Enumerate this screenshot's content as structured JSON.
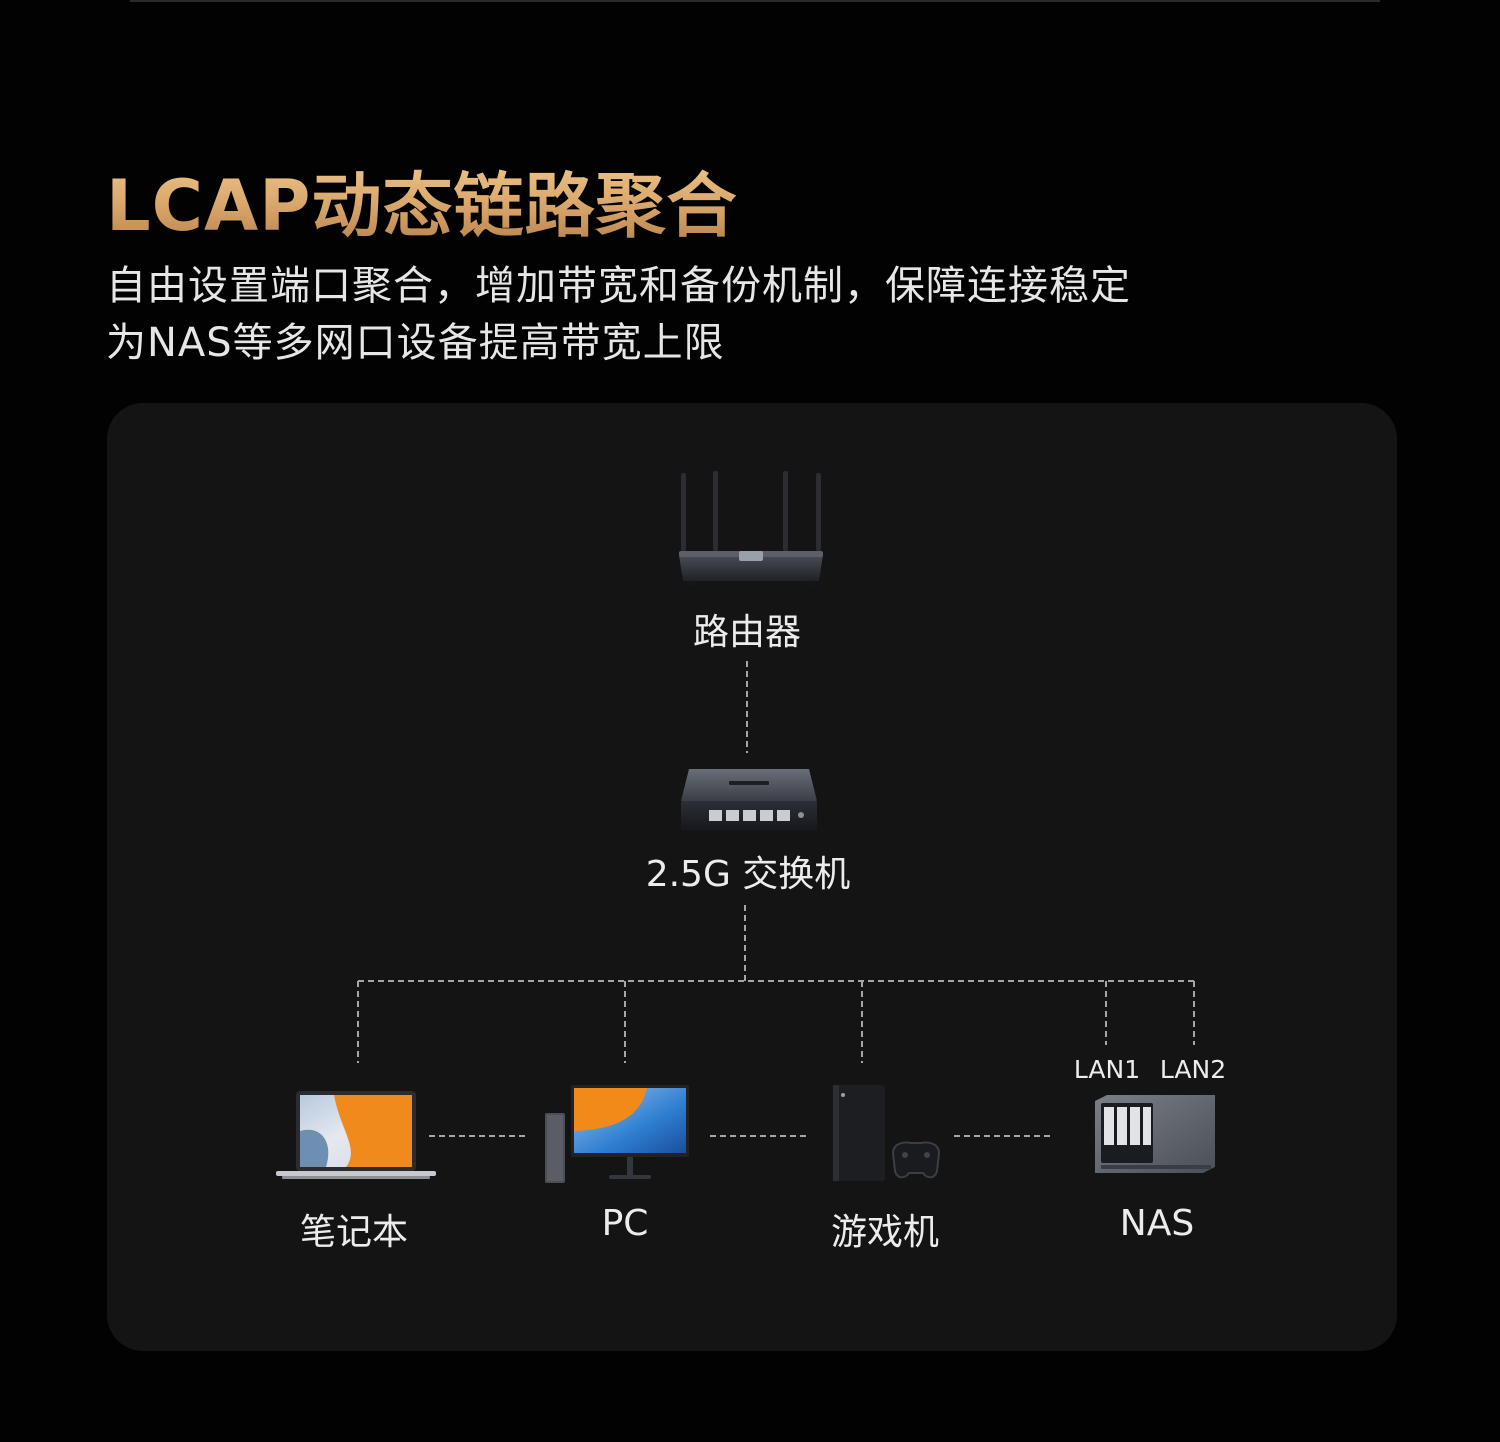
{
  "header": {
    "title": "LCAP动态链路聚合",
    "subtitle_line1": "自由设置端口聚合，增加带宽和备份机制，保障连接稳定",
    "subtitle_line2": "为NAS等多网口设备提高带宽上限"
  },
  "diagram": {
    "router_label": "路由器",
    "switch_label": "2.5G 交换机",
    "clients": {
      "laptop": "笔记本",
      "pc": "PC",
      "console": "游戏机",
      "nas": "NAS"
    },
    "nas_ports": [
      "LAN1",
      "LAN2"
    ]
  },
  "colors": {
    "background": "#020202",
    "panel": "#141414",
    "title_gold": "#d9a66a",
    "text": "#e6e6e6",
    "wire": "#a6a6a6"
  }
}
